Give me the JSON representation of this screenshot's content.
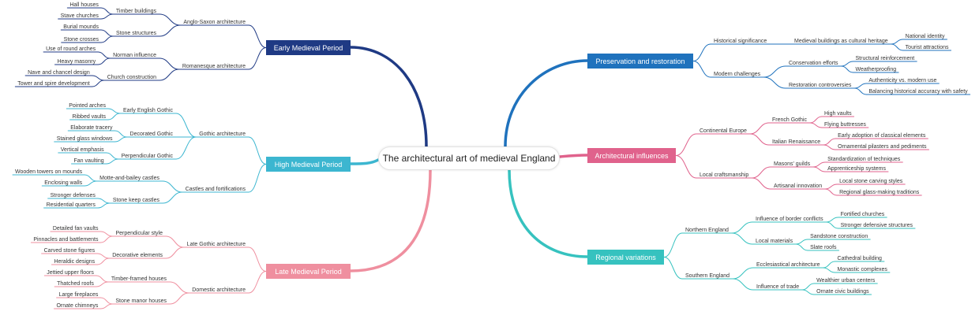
{
  "center": "The architectural art of medieval England",
  "colors": {
    "early": "#1f3a84",
    "high": "#3cb6d0",
    "late": "#ef8f9f",
    "preservation": "#1f72bd",
    "influences": "#e0628c",
    "regional": "#36c2bf"
  },
  "branches": {
    "early": {
      "label": "Early Medieval Period",
      "groups": [
        {
          "label": "Anglo-Saxon architecture",
          "subs": [
            {
              "label": "Timber buildings",
              "leaves": [
                "Hall houses",
                "Stave churches"
              ]
            },
            {
              "label": "Stone structures",
              "leaves": [
                "Burial mounds",
                "Stone crosses"
              ]
            }
          ]
        },
        {
          "label": "Romanesque architecture",
          "subs": [
            {
              "label": "Norman influence",
              "leaves": [
                "Use of round arches",
                "Heavy masonry"
              ]
            },
            {
              "label": "Church construction",
              "leaves": [
                "Nave and chancel design",
                "Tower and spire development"
              ]
            }
          ]
        }
      ]
    },
    "high": {
      "label": "High Medieval Period",
      "groups": [
        {
          "label": "Gothic architecture",
          "subs": [
            {
              "label": "Early English Gothic",
              "leaves": [
                "Pointed arches",
                "Ribbed vaults"
              ]
            },
            {
              "label": "Decorated Gothic",
              "leaves": [
                "Elaborate tracery",
                "Stained glass windows"
              ]
            },
            {
              "label": "Perpendicular Gothic",
              "leaves": [
                "Vertical emphasis",
                "Fan vaulting"
              ]
            }
          ]
        },
        {
          "label": "Castles and fortifications",
          "subs": [
            {
              "label": "Motte-and-bailey castles",
              "leaves": [
                "Wooden towers on mounds",
                "Enclosing walls"
              ]
            },
            {
              "label": "Stone keep castles",
              "leaves": [
                "Stronger defenses",
                "Residential quarters"
              ]
            }
          ]
        }
      ]
    },
    "late": {
      "label": "Late Medieval Period",
      "groups": [
        {
          "label": "Late Gothic architecture",
          "subs": [
            {
              "label": "Perpendicular style",
              "leaves": [
                "Detailed fan vaults",
                "Pinnacles and battlements"
              ]
            },
            {
              "label": "Decorative elements",
              "leaves": [
                "Carved stone figures",
                "Heraldic designs"
              ]
            }
          ]
        },
        {
          "label": "Domestic architecture",
          "subs": [
            {
              "label": "Timber-framed houses",
              "leaves": [
                "Jettied upper floors",
                "Thatched roofs"
              ]
            },
            {
              "label": "Stone manor houses",
              "leaves": [
                "Large fireplaces",
                "Ornate chimneys"
              ]
            }
          ]
        }
      ]
    },
    "preservation": {
      "label": "Preservation and restoration",
      "groups": [
        {
          "label": "Historical significance",
          "subs": [
            {
              "label": "Medieval buildings as cultural heritage",
              "leaves": [
                "National identity",
                "Tourist attractions"
              ]
            }
          ]
        },
        {
          "label": "Modern challenges",
          "subs": [
            {
              "label": "Conservation efforts",
              "leaves": [
                "Structural reinforcement",
                "Weatherproofing"
              ]
            },
            {
              "label": "Restoration controversies",
              "leaves": [
                "Authenticity vs. modern use",
                "Balancing historical accuracy with safety"
              ]
            }
          ]
        }
      ]
    },
    "influences": {
      "label": "Architectural influences",
      "groups": [
        {
          "label": "Continental Europe",
          "subs": [
            {
              "label": "French Gothic",
              "leaves": [
                "High vaults",
                "Flying buttresses"
              ]
            },
            {
              "label": "Italian Renaissance",
              "leaves": [
                "Early adoption of classical elements",
                "Ornamental pilasters and pediments"
              ]
            }
          ]
        },
        {
          "label": "Local craftsmanship",
          "subs": [
            {
              "label": "Masons' guilds",
              "leaves": [
                "Standardization of techniques",
                "Apprenticeship systems"
              ]
            },
            {
              "label": "Artisanal innovation",
              "leaves": [
                "Local stone carving styles",
                "Regional glass-making traditions"
              ]
            }
          ]
        }
      ]
    },
    "regional": {
      "label": "Regional variations",
      "groups": [
        {
          "label": "Northern England",
          "subs": [
            {
              "label": "Influence of border conflicts",
              "leaves": [
                "Fortified churches",
                "Stronger defensive structures"
              ]
            },
            {
              "label": "Local materials",
              "leaves": [
                "Sandstone construction",
                "Slate roofs"
              ]
            }
          ]
        },
        {
          "label": "Southern England",
          "subs": [
            {
              "label": "Ecclesiastical architecture",
              "leaves": [
                "Cathedral building",
                "Monastic complexes"
              ]
            },
            {
              "label": "Influence of trade",
              "leaves": [
                "Wealthier urban centers",
                "Ornate civic buildings"
              ]
            }
          ]
        }
      ]
    }
  }
}
